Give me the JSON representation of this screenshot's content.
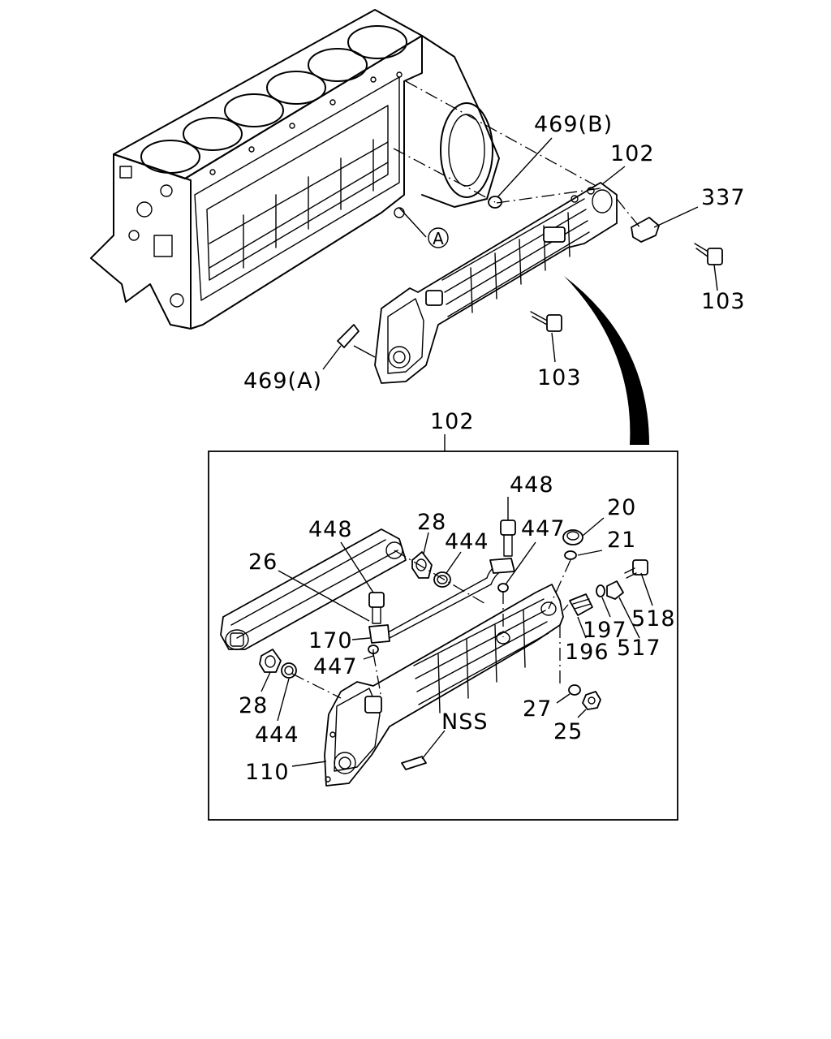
{
  "callouts": {
    "c469B": "469(B)",
    "c102top": "102",
    "c337": "337",
    "c103a": "103",
    "c103b": "103",
    "c469A": "469(A)",
    "cA": "A",
    "c102detail": "102",
    "c448a": "448",
    "c448b": "448",
    "c28a": "28",
    "c28b": "28",
    "c444a": "444",
    "c444b": "444",
    "c447a": "447",
    "c447b": "447",
    "c20": "20",
    "c21": "21",
    "c26": "26",
    "c170": "170",
    "c197": "197",
    "c518": "518",
    "c517": "517",
    "c196": "196",
    "c27": "27",
    "c25": "25",
    "cNSS": "NSS",
    "c110": "110"
  }
}
